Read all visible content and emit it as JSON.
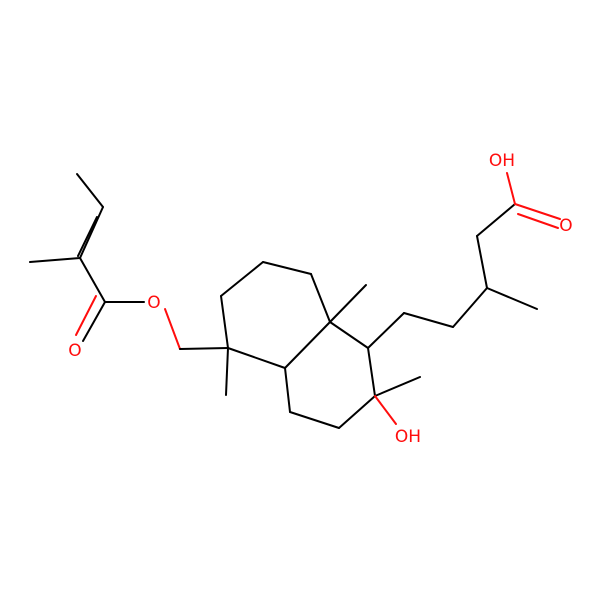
{
  "molecule": {
    "atoms": {
      "oh_acid": "OH",
      "o_acid_carbonyl": "O",
      "o_ester": "O",
      "o_ester_carbonyl": "O",
      "oh_ring": "OH"
    },
    "colors": {
      "bond": "#000000",
      "heteroatom": "#ff0d0d"
    }
  }
}
